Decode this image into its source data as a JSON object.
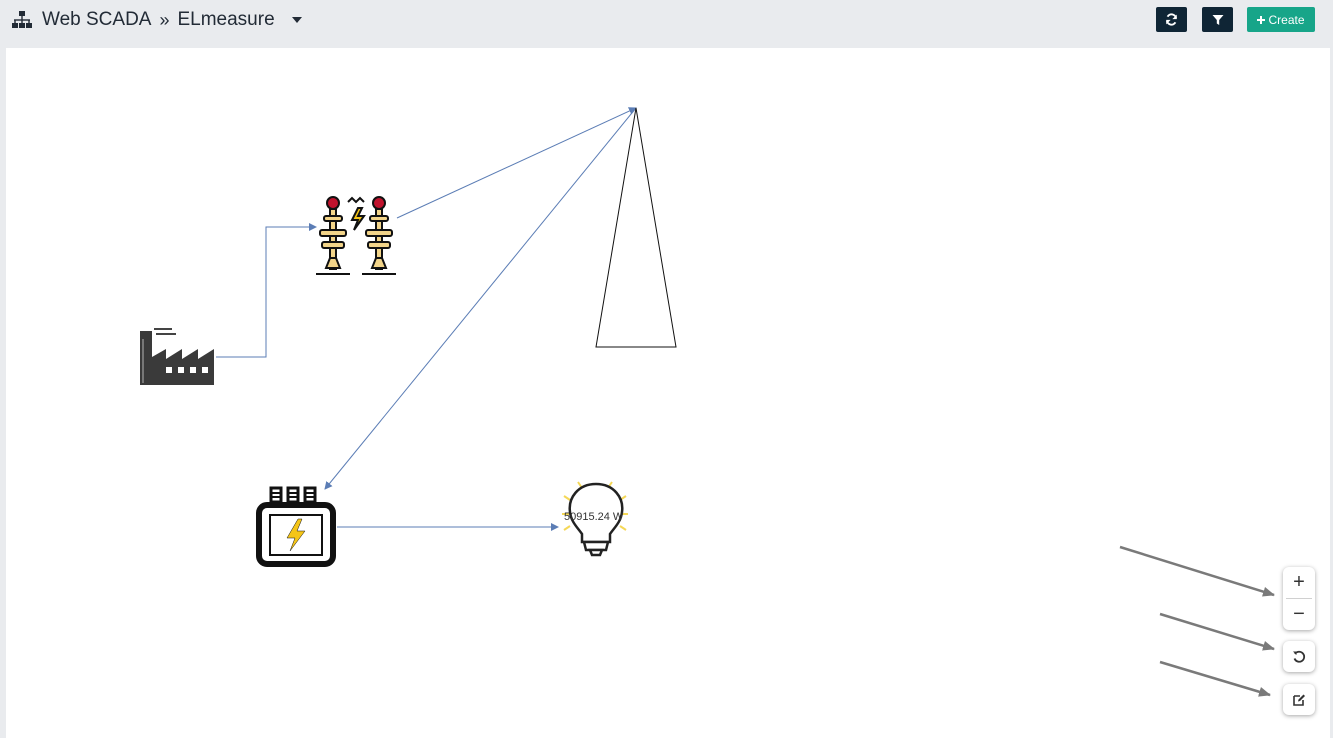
{
  "header": {
    "app_title": "Web SCADA",
    "separator": "»",
    "project": "ELmeasure",
    "icons": {
      "breadcrumb": "sitemap-icon",
      "project_menu": "caret-down-icon"
    }
  },
  "toolbar": {
    "refresh_icon": "refresh-icon",
    "filter_icon": "filter-icon",
    "create_label": "Create",
    "create_icon": "plus-icon",
    "accent_color": "#17a589",
    "dark_color": "#0f2535"
  },
  "diagram": {
    "nodes": [
      {
        "name": "factory",
        "icon": "factory-icon"
      },
      {
        "name": "substation",
        "icon": "substation-icon"
      },
      {
        "name": "tower",
        "icon": "transmission-tower-icon"
      },
      {
        "name": "transformer",
        "icon": "transformer-icon"
      },
      {
        "name": "load",
        "icon": "light-bulb-icon"
      }
    ],
    "power_reading": "50915.24 W",
    "link_color": "#5b7db5"
  },
  "controls": {
    "zoom_in": "+",
    "zoom_out": "−",
    "reset_icon": "reset-icon",
    "edit_icon": "edit-icon"
  }
}
